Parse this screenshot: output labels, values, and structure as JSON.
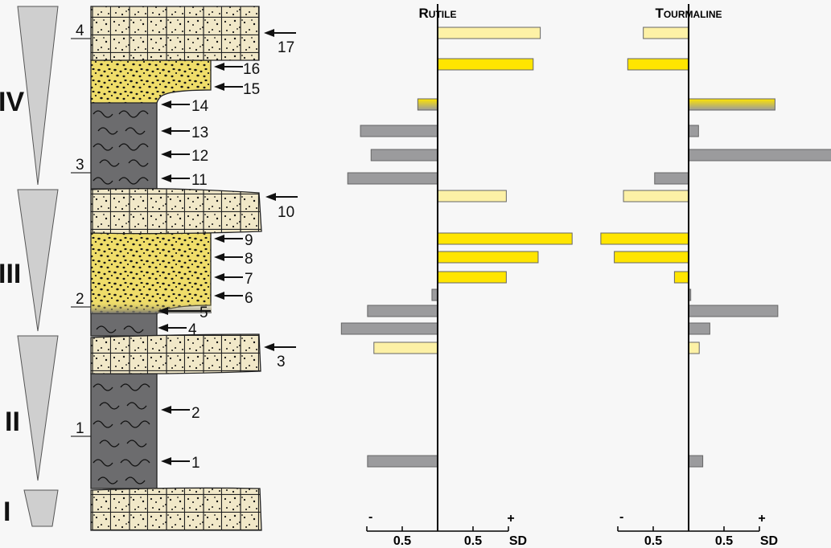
{
  "cycles": [
    "IV",
    "III",
    "II",
    "I"
  ],
  "levels": [
    "4",
    "3",
    "2",
    "1"
  ],
  "samples": [
    "17",
    "16",
    "15",
    "14",
    "13",
    "12",
    "11",
    "10",
    "9",
    "8",
    "7",
    "6",
    "5",
    "4",
    "3",
    "2",
    "1"
  ],
  "colors": {
    "pale": "#fdf1a6",
    "yellow": "#ffe500",
    "gray": "#9b9b9d",
    "shale": "#6c6c6e",
    "stone": "#f1e8c8",
    "conglomerate": "#efdd6a"
  },
  "chart_data": [
    {
      "type": "bar",
      "orientation": "horizontal",
      "title": "Rutile",
      "xlabel": "SD",
      "tick_labels": [
        "-",
        "0.5",
        "0.5",
        "+",
        "SD"
      ],
      "xlim": [
        -1,
        1
      ],
      "samples": [
        "17",
        "16",
        "14",
        "13",
        "12",
        "11",
        "10",
        "9",
        "8",
        "7",
        "6",
        "5",
        "4",
        "3",
        "1"
      ],
      "values": [
        1.45,
        1.35,
        -0.28,
        -1.09,
        -0.94,
        -1.27,
        0.97,
        1.9,
        1.42,
        0.97,
        -0.08,
        -0.99,
        -1.36,
        -0.9,
        -0.99
      ],
      "fills": [
        "pale",
        "yellow",
        "gradient",
        "gray",
        "gray",
        "gray",
        "pale",
        "yellow",
        "yellow",
        "yellow",
        "gray",
        "gray",
        "gray",
        "pale",
        "gray"
      ]
    },
    {
      "type": "bar",
      "orientation": "horizontal",
      "title": "Tourmaline",
      "xlabel": "SD",
      "tick_labels": [
        "-",
        "0.5",
        "0.5",
        "+",
        "SD"
      ],
      "xlim": [
        -1,
        1
      ],
      "samples": [
        "17",
        "16",
        "14",
        "13",
        "12",
        "11",
        "10",
        "9",
        "8",
        "7",
        "6",
        "5",
        "4",
        "3",
        "1"
      ],
      "values": [
        -0.64,
        -0.86,
        1.22,
        0.14,
        2.05,
        -0.48,
        -0.92,
        -1.24,
        -1.05,
        -0.2,
        0.03,
        1.26,
        0.3,
        0.15,
        0.2
      ],
      "fills": [
        "pale",
        "yellow",
        "gradient",
        "gray",
        "gray",
        "gray",
        "pale",
        "yellow",
        "yellow",
        "yellow",
        "gray",
        "gray",
        "gray",
        "pale",
        "gray"
      ]
    }
  ]
}
